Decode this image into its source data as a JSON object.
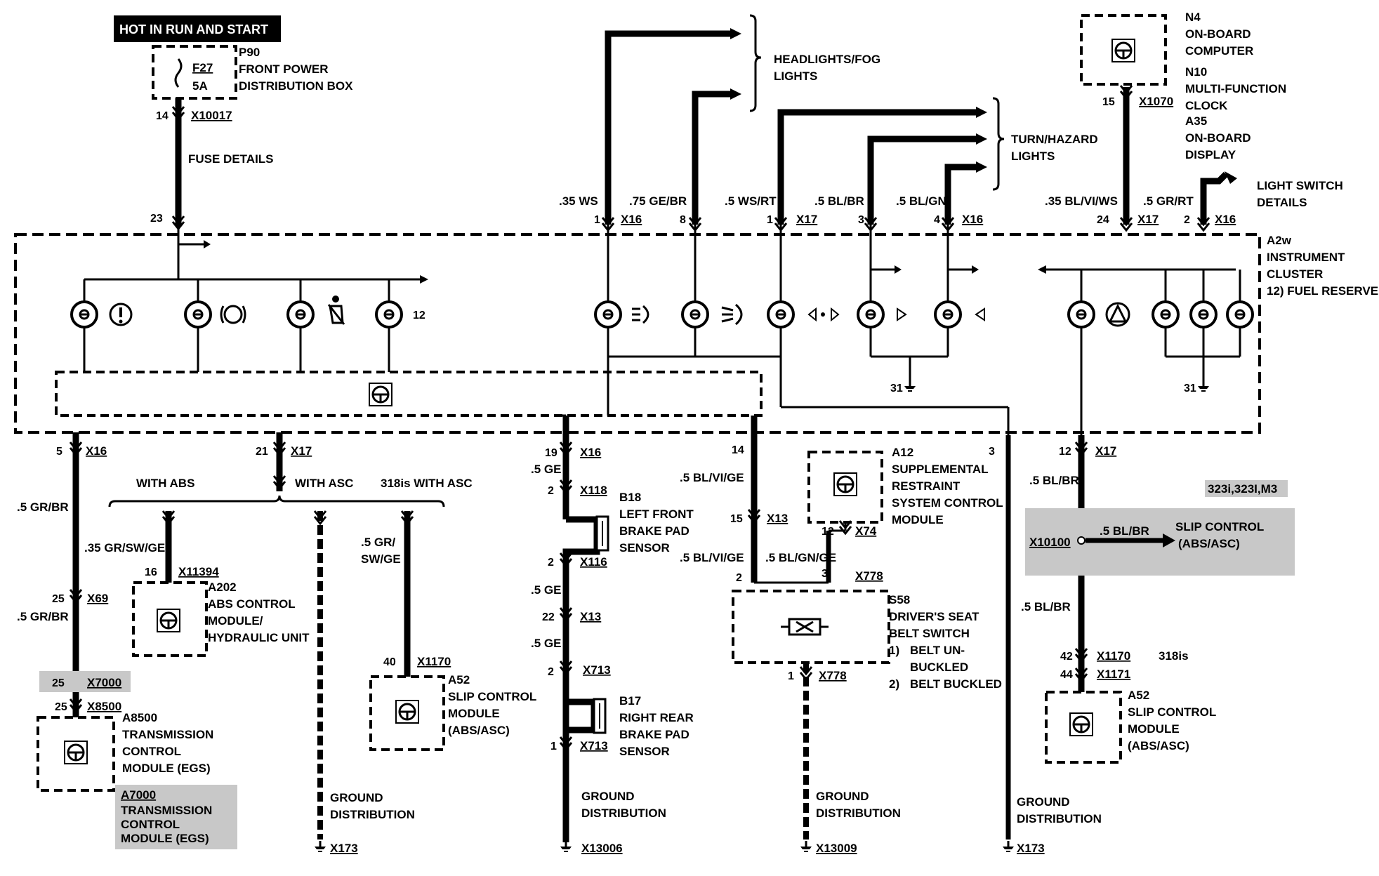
{
  "power": {
    "hot_label": "HOT IN RUN AND START",
    "fuse_id": "F27",
    "fuse_rating": "5A",
    "p90_id": "P90",
    "p90_line1": "FRONT POWER",
    "p90_line2": "DISTRIBUTION BOX",
    "pin14": "14",
    "conn_x10017": "X10017",
    "fuse_details": "FUSE DETAILS",
    "pin23": "23"
  },
  "cluster": {
    "id": "A2w",
    "line1": "INSTRUMENT",
    "line2": "CLUSTER",
    "line3": "12) FUEL RESERVE",
    "lamp12": "12",
    "ground31a": "31",
    "ground31b": "31"
  },
  "top_wires": [
    {
      "color": ".35 WS",
      "pin": "1",
      "conn": "X16"
    },
    {
      "color": ".75 GE/BR",
      "pin": "8",
      "conn": ""
    },
    {
      "color": ".5 WS/RT",
      "pin": "1",
      "conn": "X17"
    },
    {
      "color": ".5 BL/BR",
      "pin": "3",
      "conn": ""
    },
    {
      "color": ".5 BL/GN",
      "pin": "4",
      "conn": "X16"
    },
    {
      "color": ".35 BL/VI/WS",
      "pin": "24",
      "conn": "X17"
    },
    {
      "color": ".5 GR/RT",
      "pin": "2",
      "conn": "X16"
    }
  ],
  "labels": {
    "headlights1": "HEADLIGHTS/FOG",
    "headlights2": "LIGHTS",
    "turn1": "TURN/HAZARD",
    "turn2": "LIGHTS",
    "lightswitch1": "LIGHT SWITCH",
    "lightswitch2": "DETAILS"
  },
  "n4": {
    "l1": "N4",
    "l2": "ON-BOARD",
    "l3": "COMPUTER",
    "l4": "N10",
    "l5": "MULTI-FUNCTION",
    "l6": "CLOCK",
    "l7": "A35",
    "l8": "ON-BOARD",
    "l9": "DISPLAY",
    "pin": "15",
    "conn": "X1070"
  },
  "left": {
    "pin5": "5",
    "x16": "X16",
    "wire1": ".5 GR/BR",
    "pin25a": "25",
    "x69": "X69",
    "wire2": ".5 GR/BR",
    "pin25b": "25",
    "x7000": "X7000",
    "pin25c": "25",
    "x8500": "X8500",
    "a8500_1": "A8500",
    "a8500_2": "TRANSMISSION",
    "a8500_3": "CONTROL",
    "a8500_4": "MODULE (EGS)",
    "a7000_1": "A7000",
    "a7000_2": "TRANSMISSION",
    "a7000_3": "CONTROL",
    "a7000_4": "MODULE (EGS)"
  },
  "mid": {
    "pin21": "21",
    "x17": "X17",
    "with_abs": "WITH ABS",
    "with_asc": "WITH ASC",
    "with_318": "318is WITH ASC",
    "wire_abs": ".35 GR/SW/GE",
    "pin16": "16",
    "x11394": "X11394",
    "a202_1": "A202",
    "a202_2": "ABS CONTROL",
    "a202_3": "MODULE/",
    "a202_4": "HYDRAULIC UNIT",
    "wire_318a": ".5 GR/",
    "wire_318b": "SW/GE",
    "pin40": "40",
    "x1170": "X1170",
    "a52_1": "A52",
    "a52_2": "SLIP CONTROL",
    "a52_3": "MODULE",
    "a52_4": "(ABS/ASC)",
    "gnd1": "GROUND",
    "gnd2": "DISTRIBUTION",
    "x173": "X173"
  },
  "brake": {
    "pin19": "19",
    "x16": "X16",
    "wire1": ".5 GE",
    "pin2a": "2",
    "x118": "X118",
    "b18_1": "B18",
    "b18_2": "LEFT FRONT",
    "b18_3": "BRAKE PAD",
    "b18_4": "SENSOR",
    "pin2b": "2",
    "x116": "X116",
    "wire2": ".5 GE",
    "pin22": "22",
    "x13": "X13",
    "wire3": ".5 GE",
    "pin2c": "2",
    "x713a": "X713",
    "b17_1": "B17",
    "b17_2": "RIGHT REAR",
    "b17_3": "BRAKE PAD",
    "b17_4": "SENSOR",
    "pin1": "1",
    "x713b": "X713",
    "gnd1": "GROUND",
    "gnd2": "DISTRIBUTION",
    "x13006": "X13006"
  },
  "seat": {
    "pin14": "14",
    "wire1": ".5 BL/VI/GE",
    "pin15": "15",
    "x13": "X13",
    "wire2": ".5 BL/VI/GE",
    "wire3": ".5 BL/GN/GE",
    "pin2": "2",
    "pin3": "3",
    "x778a": "X778",
    "a12_1": "A12",
    "a12_2": "SUPPLEMENTAL",
    "a12_3": "RESTRAINT",
    "a12_4": "SYSTEM CONTROL",
    "a12_5": "MODULE",
    "pin12": "12",
    "x74": "X74",
    "s58_1": "S58",
    "s58_2": "DRIVER'S SEAT",
    "s58_3": "BELT SWITCH",
    "s58_4n": "1)",
    "s58_4": "BELT UN-",
    "s58_5": "BUCKLED",
    "s58_6n": "2)",
    "s58_6": "BELT BUCKLED",
    "pin1": "1",
    "x778b": "X778",
    "gnd1": "GROUND",
    "gnd2": "DISTRIBUTION",
    "x13009": "X13009"
  },
  "right": {
    "pin3": "3",
    "gnd1": "GROUND",
    "gnd2": "DISTRIBUTION",
    "x173": "X173",
    "pin12": "12",
    "x17": "X17",
    "wire1": ".5 BL/BR",
    "models": "323i,323I,M3",
    "x10100": "X10100",
    "wire_sc": ".5 BL/BR",
    "slip1": "SLIP CONTROL",
    "slip2": "(ABS/ASC)",
    "wire2": ".5 BL/BR",
    "pin42": "42",
    "x1170": "X1170",
    "is318": "318is",
    "pin44": "44",
    "x1171": "X1171",
    "a52_1": "A52",
    "a52_2": "SLIP CONTROL",
    "a52_3": "MODULE",
    "a52_4": "(ABS/ASC)"
  }
}
